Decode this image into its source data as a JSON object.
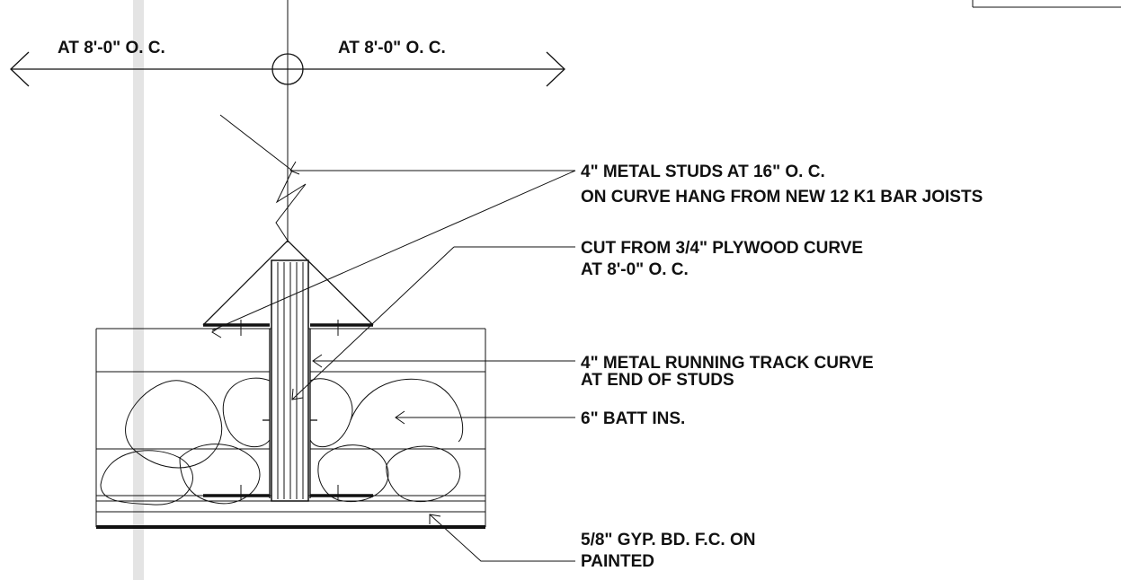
{
  "dimension": {
    "left_label": "AT 8'-0\" O. C.",
    "right_label": "AT 8'-0\" O. C."
  },
  "notes": [
    {
      "id": "studs",
      "lines": [
        "4\" METAL STUDS AT 16\" O. C.",
        "ON CURVE HANG FROM NEW 12 K1 BAR JOISTS"
      ]
    },
    {
      "id": "plywood",
      "lines": [
        "CUT FROM 3/4\" PLYWOOD CURVE",
        "AT 8'-0\" O. C."
      ]
    },
    {
      "id": "track",
      "lines": [
        "4\" METAL RUNNING TRACK CURVE",
        "AT END OF STUDS"
      ]
    },
    {
      "id": "insulation",
      "lines": [
        "6\" BATT INS."
      ]
    },
    {
      "id": "gypsum",
      "lines": [
        "5/8\" GYP. BD. F.C. ON",
        "PAINTED"
      ]
    }
  ]
}
